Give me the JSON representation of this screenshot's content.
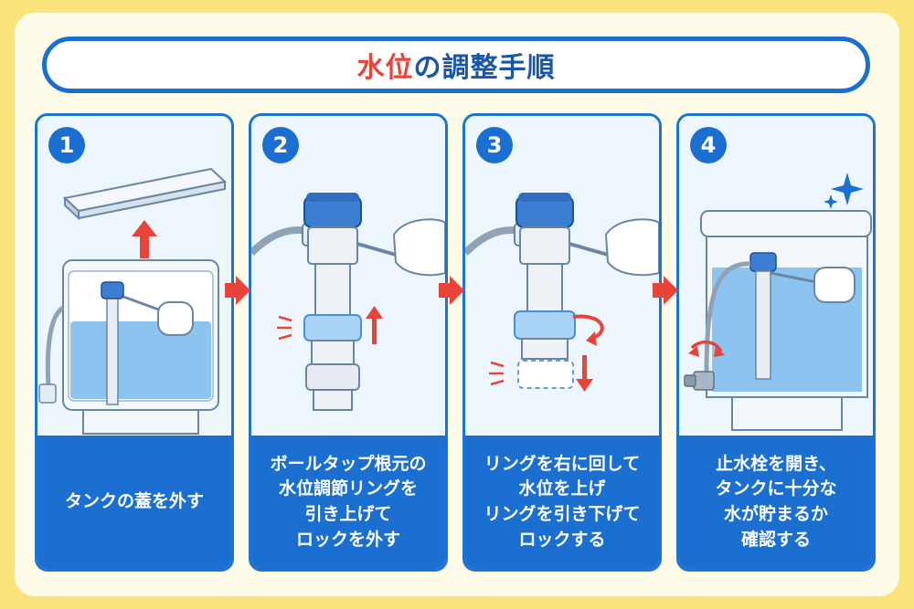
{
  "title": {
    "accent": "水位",
    "rest": "の調整手順"
  },
  "colors": {
    "primary": "#1b6fd0",
    "accent": "#e8443a",
    "water": "#8cc3ef",
    "background": "#fbe27a"
  },
  "steps": [
    {
      "number": "1",
      "lines": [
        "タンクの蓋を外す"
      ]
    },
    {
      "number": "2",
      "lines": [
        "ボールタップ根元の",
        "水位調節リングを",
        "引き上げて",
        "ロックを外す"
      ]
    },
    {
      "number": "3",
      "lines": [
        "リングを右に回して",
        "水位を上げ",
        "リングを引き下げて",
        "ロックする"
      ]
    },
    {
      "number": "4",
      "lines": [
        "止水栓を開き、",
        "タンクに十分な",
        "水が貯まるか",
        "確認する"
      ]
    }
  ]
}
